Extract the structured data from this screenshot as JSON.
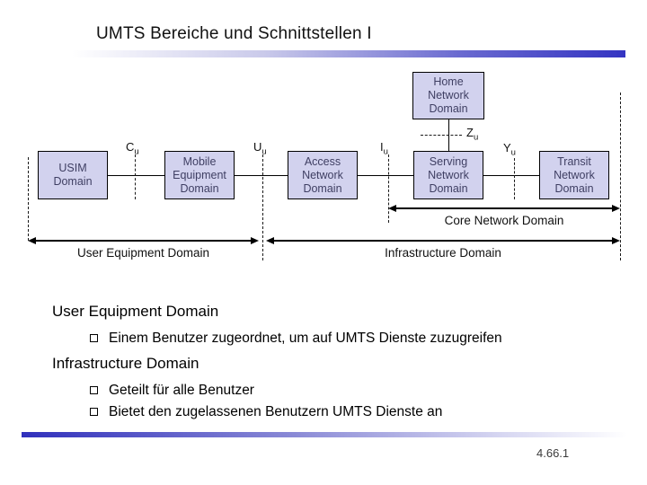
{
  "slide": {
    "title": "UMTS Bereiche und Schnittstellen I",
    "page_number": "4.66.1"
  },
  "colors": {
    "accent_blue": "#3434c2",
    "box_fill": "#d2d2ee",
    "box_text": "#3f3f63",
    "line_black": "#000000"
  },
  "diagram": {
    "boxes": {
      "home": "Home\nNetwork\nDomain",
      "usim": "USIM\nDomain",
      "mobile": "Mobile\nEquipment\nDomain",
      "access": "Access\nNetwork\nDomain",
      "serving": "Serving\nNetwork\nDomain",
      "transit": "Transit\nNetwork\nDomain"
    },
    "interfaces": {
      "cu": {
        "base": "C",
        "sub": "u"
      },
      "uu": {
        "base": "U",
        "sub": "u"
      },
      "iu": {
        "base": "I",
        "sub": "u"
      },
      "zu": {
        "base": "Z",
        "sub": "u"
      },
      "yu": {
        "base": "Y",
        "sub": "u"
      }
    },
    "spans": {
      "core": "Core Network Domain",
      "user_equipment": "User Equipment Domain",
      "infrastructure": "Infrastructure Domain"
    }
  },
  "body": {
    "sections": [
      {
        "heading": "User Equipment Domain",
        "bullets": [
          "Einem Benutzer zugeordnet, um auf UMTS Dienste zuzugreifen"
        ]
      },
      {
        "heading": "Infrastructure Domain",
        "bullets": [
          "Geteilt für alle Benutzer",
          "Bietet den zugelassenen Benutzern UMTS Dienste an"
        ]
      }
    ]
  }
}
